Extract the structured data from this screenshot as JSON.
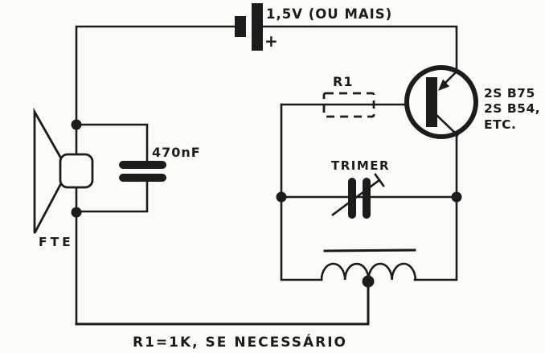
{
  "schematic": {
    "title_note": "R1=1K, SE NECESSÁRIO",
    "battery": {
      "label": "1,5V (OU MAIS)",
      "polarity": "+"
    },
    "resistor": {
      "label": "R1"
    },
    "transistor": {
      "models": [
        "2S B75",
        "2S B54,",
        "ETC."
      ]
    },
    "capacitor": {
      "label": "470nF"
    },
    "trimmer": {
      "label": "TRIMER"
    },
    "speaker": {
      "label": "FTE"
    }
  },
  "colors": {
    "ink": "#1c1c1c",
    "paper": "#fbfbf8"
  }
}
